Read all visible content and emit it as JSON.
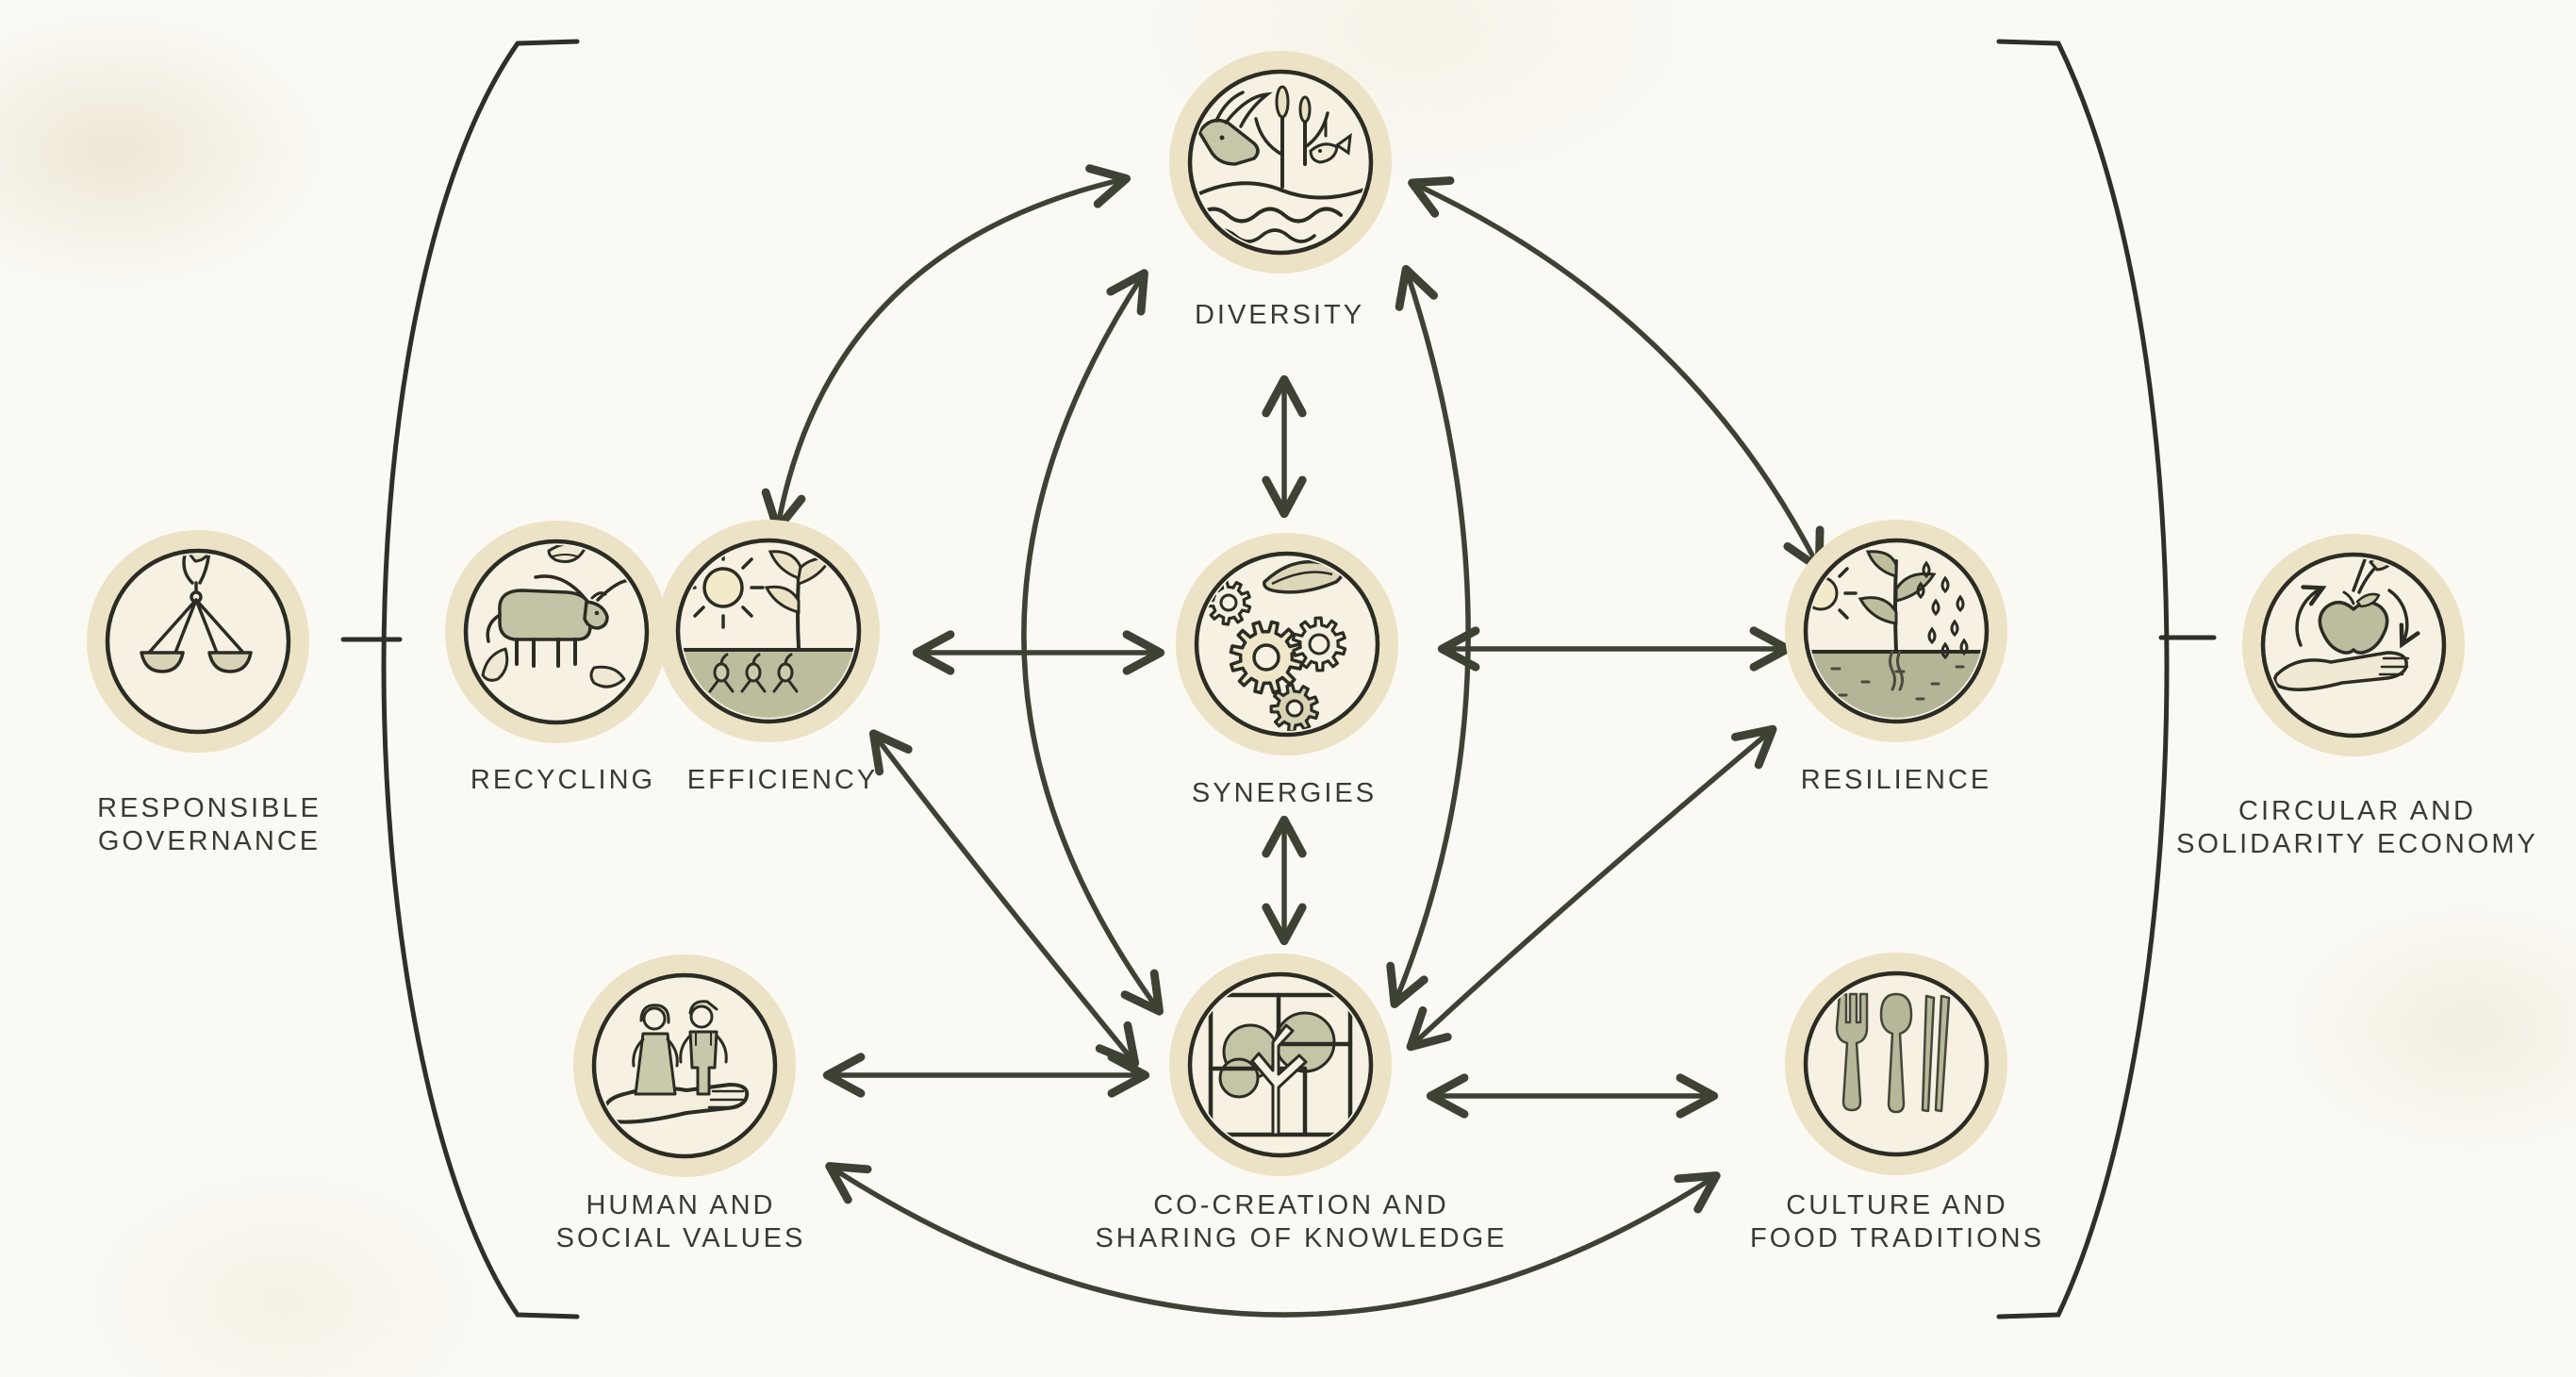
{
  "title": "Elements of agroecology diagram",
  "colors": {
    "background": "#fbf9f4",
    "badge_ring": "#ece2c5",
    "badge_inner": "#f6f1e2",
    "outline": "#2c2c24",
    "olive": "#b9b99b",
    "arrow": "#3d4234",
    "bracket": "#2f2f28",
    "text": "#3a3a32"
  },
  "nodes": {
    "diversity": {
      "label": "DIVERSITY",
      "icon": "grazing-goat-plant-fish-icon"
    },
    "synergies": {
      "label": "SYNERGIES",
      "icon": "gears-icon"
    },
    "cocreation": {
      "label": "CO-CREATION AND\nSHARING OF KNOWLEDGE",
      "icon": "tree-window-icon"
    },
    "recycling": {
      "label": "RECYCLING",
      "icon": "cow-leaves-icon"
    },
    "efficiency": {
      "label": "EFFICIENCY",
      "icon": "sun-plant-seeds-icon"
    },
    "resilience": {
      "label": "RESILIENCE",
      "icon": "plant-sun-rain-soil-icon"
    },
    "human": {
      "label": "HUMAN AND\nSOCIAL VALUES",
      "icon": "people-on-hand-icon"
    },
    "culture": {
      "label": "CULTURE AND\nFOOD TRADITIONS",
      "icon": "fork-spoon-chopsticks-icon"
    },
    "governance": {
      "label": "RESPONSIBLE\nGOVERNANCE",
      "icon": "balance-scales-icon"
    },
    "circular": {
      "label": "CIRCULAR AND\nSOLIDARITY ECONOMY",
      "icon": "hand-apple-cycle-icon"
    }
  },
  "connections": [
    {
      "from": "diversity",
      "to": "synergies",
      "style": "straight-vertical",
      "heads": "both"
    },
    {
      "from": "synergies",
      "to": "cocreation",
      "style": "straight-vertical",
      "heads": "both"
    },
    {
      "from": "efficiency",
      "to": "synergies",
      "style": "straight-horizontal",
      "heads": "both"
    },
    {
      "from": "synergies",
      "to": "resilience",
      "style": "straight-horizontal",
      "heads": "both"
    },
    {
      "from": "human",
      "to": "cocreation",
      "style": "straight-horizontal",
      "heads": "both"
    },
    {
      "from": "cocreation",
      "to": "culture",
      "style": "straight-horizontal",
      "heads": "both"
    },
    {
      "from": "efficiency",
      "to": "diversity",
      "style": "curve",
      "heads": "both"
    },
    {
      "from": "diversity",
      "to": "resilience",
      "style": "curve",
      "heads": "both"
    },
    {
      "from": "diversity",
      "to": "cocreation",
      "style": "curve-left",
      "heads": "both"
    },
    {
      "from": "diversity",
      "to": "cocreation",
      "style": "curve-right",
      "heads": "both"
    },
    {
      "from": "cocreation",
      "to": "efficiency",
      "style": "curve",
      "heads": "both"
    },
    {
      "from": "cocreation",
      "to": "resilience",
      "style": "curve",
      "heads": "both"
    },
    {
      "from": "human",
      "to": "culture",
      "style": "curve-bottom",
      "heads": "both"
    }
  ],
  "brackets": {
    "left_links": "responsible-governance",
    "right_links": "circular-and-solidarity-economy"
  }
}
